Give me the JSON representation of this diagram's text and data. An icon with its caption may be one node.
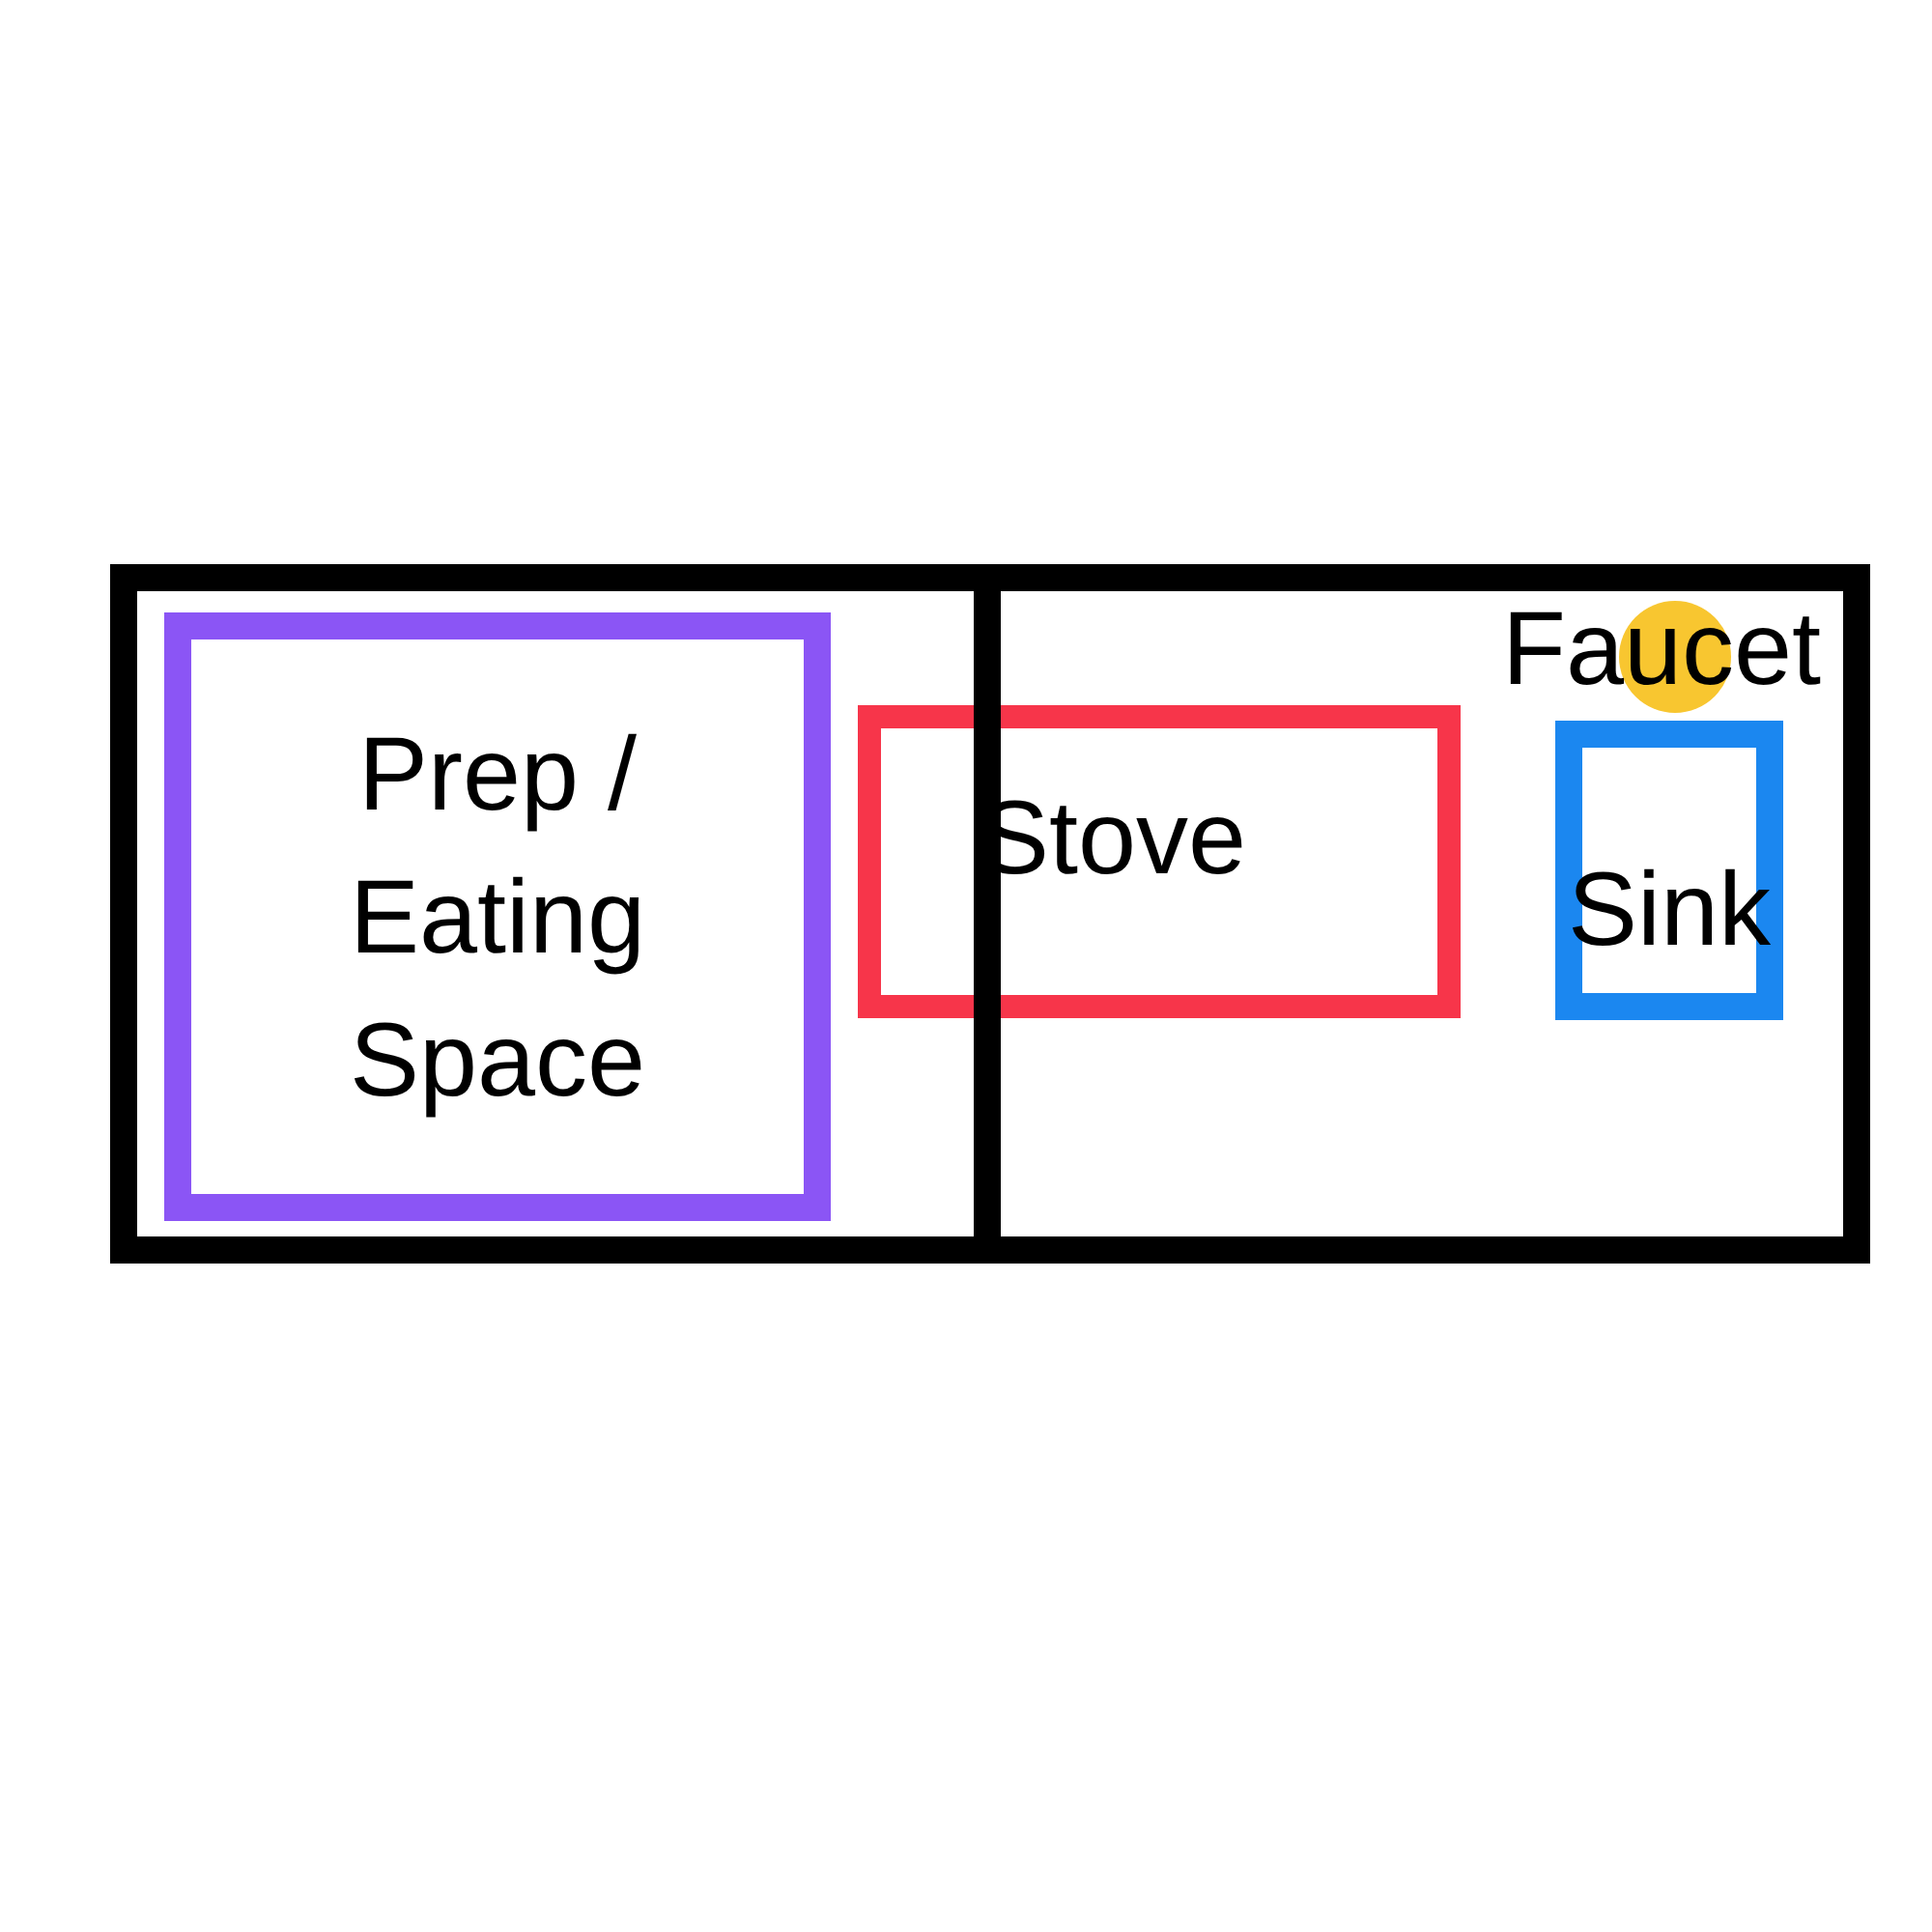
{
  "diagram": {
    "nodes": [
      {
        "text": [],
        "shape": "box"
      },
      {
        "text": [
          "Prep / Eating Space"
        ],
        "in": 0
      },
      {
        "text": [],
        "shape": "bar",
        "in": 0
      },
      {
        "text": [
          "Stove"
        ],
        "in": 0
      },
      {
        "text": [
          "Faucet"
        ],
        "in": 0
      },
      {
        "text": [
          "Sink"
        ],
        "in": 0
      }
    ]
  }
}
